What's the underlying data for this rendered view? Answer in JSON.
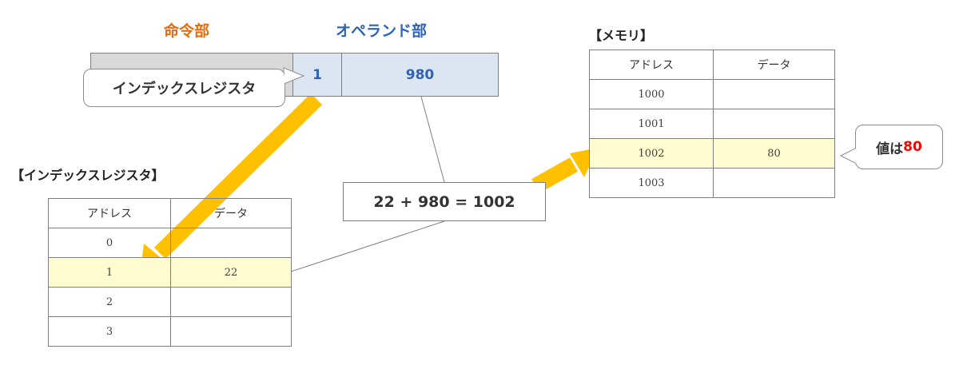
{
  "instruction": {
    "opcode_label": "命令部",
    "operand_label": "オペランド部",
    "index_field": "1",
    "address_field": "980"
  },
  "callouts": {
    "index_register": "インデックスレジスタ",
    "value_prefix": "値は",
    "value_number": "80"
  },
  "calculation": "22 + 980 = 1002",
  "index_register_table": {
    "title": "【インデックスレジスタ】",
    "headers": [
      "アドレス",
      "データ"
    ],
    "rows": [
      {
        "address": "0",
        "data": ""
      },
      {
        "address": "1",
        "data": "22"
      },
      {
        "address": "2",
        "data": ""
      },
      {
        "address": "3",
        "data": ""
      }
    ],
    "highlight_row": 1
  },
  "memory_table": {
    "title": "【メモリ】",
    "headers": [
      "アドレス",
      "データ"
    ],
    "rows": [
      {
        "address": "1000",
        "data": ""
      },
      {
        "address": "1001",
        "data": ""
      },
      {
        "address": "1002",
        "data": "80"
      },
      {
        "address": "1003",
        "data": ""
      }
    ],
    "highlight_row": 2
  },
  "colors": {
    "opcode_label": "#e46c0a",
    "operand_label": "#2e63b5",
    "highlight": "#fffdd0",
    "arrow": "#ffc000",
    "value_number": "#ff0000"
  }
}
